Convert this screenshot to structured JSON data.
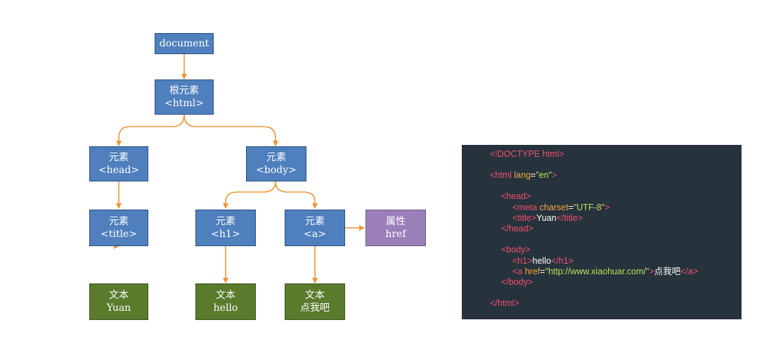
{
  "tree": {
    "nodes": {
      "document": {
        "lines": [
          "document"
        ]
      },
      "html": {
        "lines": [
          "根元素",
          "<html>"
        ]
      },
      "head": {
        "lines": [
          "元素",
          "<head>"
        ]
      },
      "body": {
        "lines": [
          "元素",
          "<body>"
        ]
      },
      "title": {
        "lines": [
          "元素",
          "<title>"
        ]
      },
      "h1": {
        "lines": [
          "元素",
          "<h1>"
        ]
      },
      "a": {
        "lines": [
          "元素",
          "<a>"
        ]
      },
      "href": {
        "lines": [
          "属性",
          "href"
        ]
      },
      "text_yuan": {
        "lines": [
          "文本",
          "Yuan"
        ]
      },
      "text_hello": {
        "lines": [
          "文本",
          "hello"
        ]
      },
      "text_click": {
        "lines": [
          "文本",
          "点我吧"
        ]
      }
    },
    "colors": {
      "element": "#4f7fbd",
      "text": "#5a7a2c",
      "attribute": "#9b7fb8",
      "connector": "#f0953a"
    }
  },
  "code": {
    "background": "#26323c",
    "lines": [
      [
        {
          "t": "tag",
          "v": "<!DOCTYPE html>"
        }
      ],
      [
        {
          "t": "tag",
          "v": "<html "
        },
        {
          "t": "attr",
          "v": "lang"
        },
        {
          "t": "txt",
          "v": "="
        },
        {
          "t": "val",
          "v": "\"en\""
        },
        {
          "t": "tag",
          "v": ">"
        }
      ],
      [
        {
          "t": "tag",
          "v": "<head>"
        }
      ],
      [
        {
          "t": "tag",
          "v": "<meta "
        },
        {
          "t": "attr",
          "v": "charset"
        },
        {
          "t": "txt",
          "v": "="
        },
        {
          "t": "val",
          "v": "\"UTF-8\""
        },
        {
          "t": "tag",
          "v": ">"
        }
      ],
      [
        {
          "t": "tag",
          "v": "<title>"
        },
        {
          "t": "txt",
          "v": "Yuan"
        },
        {
          "t": "tag",
          "v": "</title>"
        }
      ],
      [
        {
          "t": "tag",
          "v": "</head>"
        }
      ],
      [
        {
          "t": "tag",
          "v": "<body>"
        }
      ],
      [
        {
          "t": "tag",
          "v": "<h1>"
        },
        {
          "t": "txt",
          "v": "hello"
        },
        {
          "t": "tag",
          "v": "</h1>"
        }
      ],
      [
        {
          "t": "tag",
          "v": "<a "
        },
        {
          "t": "attr",
          "v": "href"
        },
        {
          "t": "txt",
          "v": "="
        },
        {
          "t": "val",
          "v": "\"http://www.xiaohuar.com/\""
        },
        {
          "t": "tag",
          "v": ">"
        },
        {
          "t": "txt",
          "v": "点我吧"
        },
        {
          "t": "tag",
          "v": "</a>"
        }
      ],
      [
        {
          "t": "tag",
          "v": "</body>"
        }
      ],
      [
        {
          "t": "tag",
          "v": "</html>"
        }
      ]
    ]
  }
}
